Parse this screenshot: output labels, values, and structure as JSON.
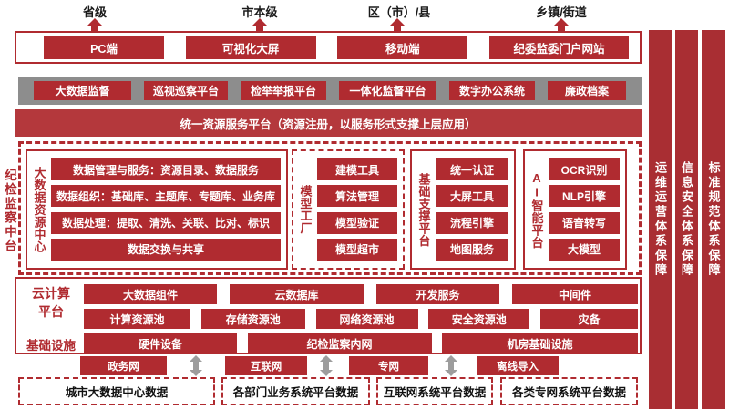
{
  "colors": {
    "primary_red": "#b02b30",
    "bar_red": "#b4383c",
    "gray_bar": "#8d8d8d",
    "arrow_gray": "#9d9d9d"
  },
  "tiers": [
    "省级",
    "市本级",
    "区（市）/县",
    "乡镇/街道"
  ],
  "access_bar": {
    "items": [
      "PC端",
      "可视化大屏",
      "移动端",
      "纪委监委门户网站"
    ]
  },
  "app_bar": {
    "items": [
      "大数据监督",
      "巡视巡察平台",
      "检举举报平台",
      "一体化监督平台",
      "数字办公系统",
      "廉政档案"
    ]
  },
  "resource_bar": {
    "label": "统一资源服务平台（资源注册，以服务形式支撑上层应用）"
  },
  "middle": {
    "side_label": "纪检监察中台",
    "data_center": {
      "title": "大数据资源中心",
      "items": [
        "数据管理与服务：资源目录、数据服务",
        "数据组织：基础库、主题库、专题库、业务库",
        "数据处理：提取、清洗、关联、比对、标识",
        "数据交换与共享"
      ]
    },
    "model_factory": {
      "title": "模型工厂",
      "items": [
        "建模工具",
        "算法管理",
        "模型验证",
        "模型超市"
      ]
    },
    "support": {
      "title": "基础支撑平台",
      "items": [
        "统一认证",
        "大屏工具",
        "流程引擎",
        "地图服务"
      ]
    },
    "ai": {
      "title": "AI智能平台",
      "items": [
        "OCR识别",
        "NLP引擎",
        "语音转写",
        "大模型"
      ]
    }
  },
  "infra": {
    "cloud_label": "云计算平台",
    "base_label": "基础设施",
    "row1": [
      "大数据组件",
      "云数据库",
      "开发服务",
      "中间件"
    ],
    "row2": [
      "计算资源池",
      "存储资源池",
      "网络资源池",
      "安全资源池",
      "灾备"
    ],
    "row3": [
      "硬件设备",
      "纪检监察内网",
      "机房基础设施"
    ]
  },
  "networks": [
    "政务网",
    "互联网",
    "专网",
    "离线导入"
  ],
  "data_sources": [
    "城市大数据中心数据",
    "各部门业务系统平台数据",
    "互联网系统平台数据",
    "各类专网系统平台数据"
  ],
  "assurance": [
    "运维运营体系保障",
    "信息安全体系保障",
    "标准规范体系保障"
  ]
}
